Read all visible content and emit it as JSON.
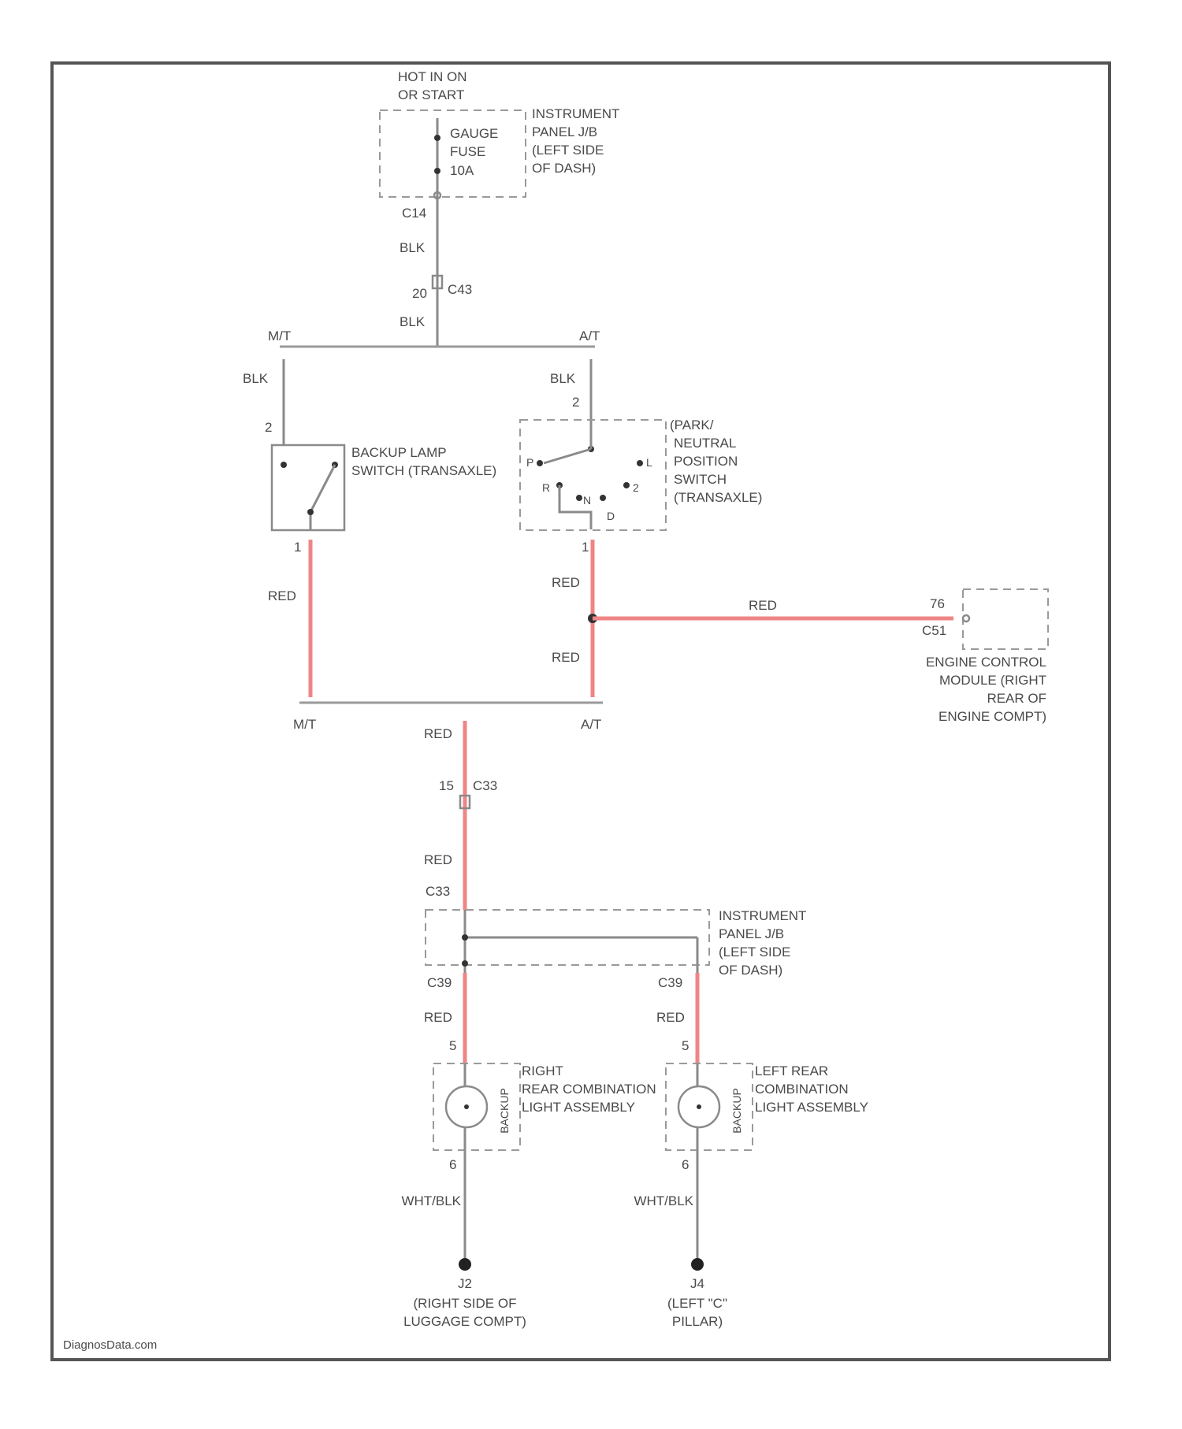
{
  "labels": {
    "hot": [
      "HOT IN ON",
      "OR START"
    ],
    "ipjb_top": [
      "INSTRUMENT",
      "PANEL J/B",
      "(LEFT SIDE",
      "OF DASH)"
    ],
    "fuse": [
      "GAUGE",
      "FUSE",
      "10A"
    ],
    "c14": "C14",
    "blk": "BLK",
    "pin_20": "20",
    "c43": "C43",
    "mt": "M/T",
    "at": "A/T",
    "pin_2": "2",
    "backup_switch": [
      "BACKUP LAMP",
      "SWITCH (TRANSAXLE)"
    ],
    "pnp_switch": [
      "(PARK/",
      "NEUTRAL",
      "POSITION",
      "SWITCH",
      "(TRANSAXLE)"
    ],
    "pnp_positions": [
      "P",
      "L",
      "R",
      "N",
      "D",
      "2"
    ],
    "pin_1": "1",
    "red": "RED",
    "pin_76": "76",
    "c51": "C51",
    "ecm": [
      "ENGINE CONTROL",
      "MODULE (RIGHT",
      "REAR OF",
      "ENGINE COMPT)"
    ],
    "pin_15": "15",
    "c33": "C33",
    "ipjb_bottom": [
      "INSTRUMENT",
      "PANEL J/B",
      "(LEFT SIDE",
      "OF DASH)"
    ],
    "c39": "C39",
    "pin_5": "5",
    "right_lamp": [
      "RIGHT",
      "REAR COMBINATION",
      "LIGHT ASSEMBLY"
    ],
    "left_lamp": [
      "LEFT REAR",
      "COMBINATION",
      "LIGHT ASSEMBLY"
    ],
    "backup": "BACKUP",
    "pin_6": "6",
    "wht_blk": "WHT/BLK",
    "j2": "J2",
    "j4": "J4",
    "ground_right": [
      "(RIGHT SIDE OF",
      "LUGGAGE COMPT)"
    ],
    "ground_left": [
      "(LEFT \"C\"",
      "PILLAR)"
    ],
    "watermark": "DiagnosData.com"
  },
  "colors": {
    "red_wire": "#f08585",
    "wire": "#8a8a8a",
    "frame": "#555555"
  }
}
